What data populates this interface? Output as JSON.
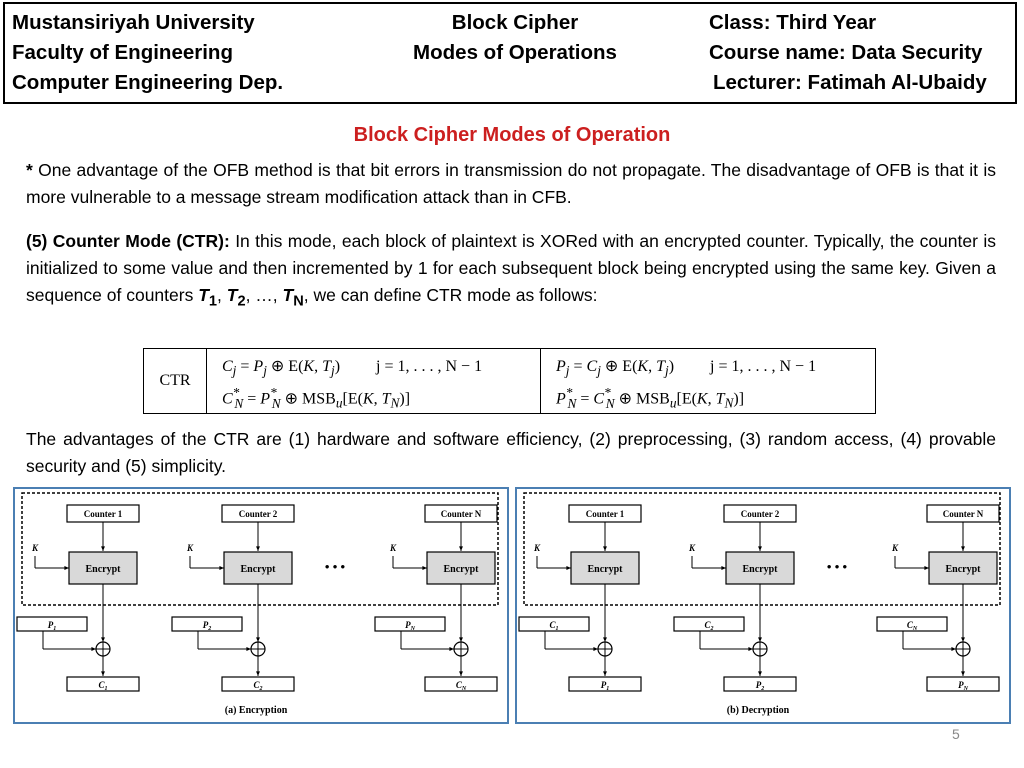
{
  "header": {
    "left": [
      "Mustansiriyah University",
      "Faculty of Engineering",
      "Computer Engineering Dep."
    ],
    "middle": [
      "Block Cipher",
      "Modes of Operations"
    ],
    "right": [
      "Class: Third Year",
      "Course name: Data Security",
      "Lecturer: Fatimah Al-Ubaidy"
    ]
  },
  "title": "Block Cipher Modes of Operation",
  "p1": {
    "bullet": "*",
    "text": " One advantage of the OFB method is that bit errors in transmission do not propagate. The disadvantage of OFB is that it is more vulnerable to a message stream modification attack than in CFB."
  },
  "p2": {
    "lead": "(5) Counter Mode (CTR):",
    "text_a": " In this mode, each block of plaintext is XORed with an encrypted counter. Typically, the counter is initialized to some value and then incremented by 1 for each subsequent block being encrypted using the same key. Given a sequence of counters ",
    "t1": "T",
    "t1_sub": "1",
    "comma1": ", ",
    "t2": "T",
    "t2_sub": "2",
    "ellipsis": ", …, ",
    "tn": "T",
    "tn_sub": "N",
    "text_b": ", we can define CTR mode as follows:"
  },
  "ctr_table": {
    "label": "CTR",
    "enc1": "C_j = P_j ⊕ E(K, T_j)",
    "enc1_range": "j = 1, . . . , N − 1",
    "enc2": "C*_N = P*_N ⊕ MSB_u[E(K, T_N)]",
    "dec1": "P_j = C_j ⊕ E(K, T_j)",
    "dec1_range": "j = 1, . . . , N − 1",
    "dec2": "P*_N = C*_N ⊕ MSB_u[E(K, T_N)]"
  },
  "p3": "The advantages of the CTR are (1) hardware and software efficiency, (2) preprocessing, (3) random access, (4) provable security and (5) simplicity.",
  "diagram": {
    "counters": [
      "Counter 1",
      "Counter 2",
      "Counter N"
    ],
    "key": "K",
    "encrypt": "Encrypt",
    "dots": "• • •",
    "enc": {
      "inputs": [
        [
          "P",
          "1"
        ],
        [
          "P",
          "2"
        ],
        [
          "P",
          "N"
        ]
      ],
      "outputs": [
        [
          "C",
          "1"
        ],
        [
          "C",
          "2"
        ],
        [
          "C",
          "N"
        ]
      ],
      "caption": "(a) Encryption"
    },
    "dec": {
      "inputs": [
        [
          "C",
          "1"
        ],
        [
          "C",
          "2"
        ],
        [
          "C",
          "N"
        ]
      ],
      "outputs": [
        [
          "P",
          "1"
        ],
        [
          "P",
          "2"
        ],
        [
          "P",
          "N"
        ]
      ],
      "caption": "(b) Decryption"
    }
  },
  "page_number": "5"
}
